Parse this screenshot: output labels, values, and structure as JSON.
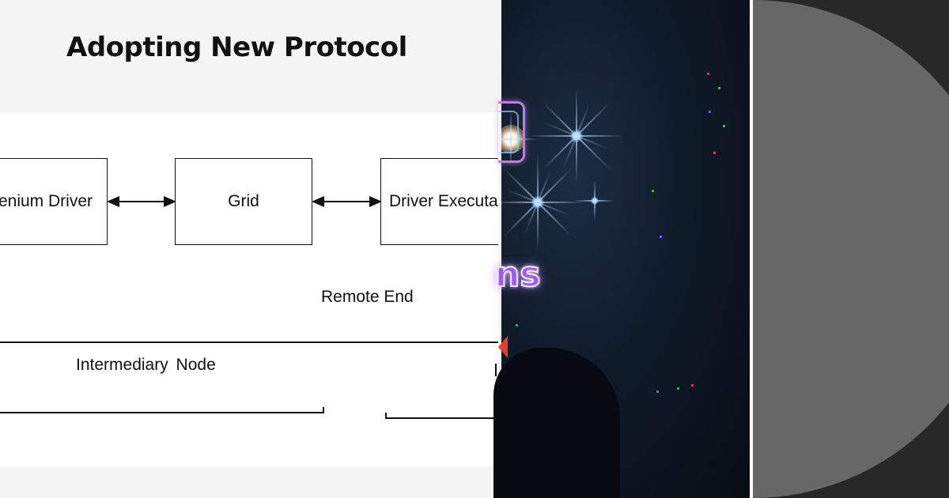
{
  "slide": {
    "title": "Adopting New Protocol",
    "diagram": {
      "boxes": {
        "selenium_driver": "Selenium Driver",
        "grid": "Grid",
        "driver_executable": "Driver Executable"
      },
      "labels": {
        "remote_end": "Remote End",
        "intermediary_node": "Intermediary  Node"
      }
    }
  },
  "photo": {
    "overlay_text": "ns"
  },
  "colors": {
    "slide_bg": "#f4f4f4",
    "diagram_bg": "#ffffff",
    "photo_bg": "#0f1a28",
    "glow_text": "#9b5cf0",
    "panel_dark": "#282828",
    "circle_grey": "#676767"
  }
}
